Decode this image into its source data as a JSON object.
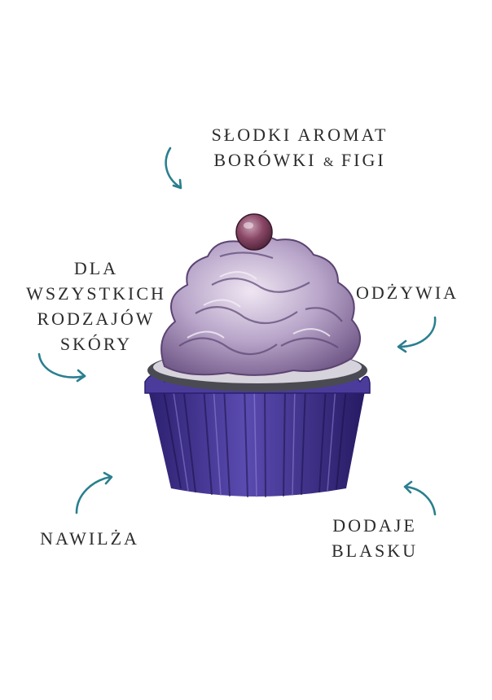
{
  "labels": {
    "aroma": {
      "line1": "SŁODKI AROMAT",
      "line2a": "BORÓWKI",
      "amp": "&",
      "line2b": "FIGI"
    },
    "skin": {
      "line1": "DLA",
      "line2": "WSZYSTKICH",
      "line3": "RODZAJÓW",
      "line4": "SKÓRY"
    },
    "nourish": "ODŻYWIA",
    "moisturize": "NAWILŻA",
    "glow": {
      "line1": "DODAJE",
      "line2": "BLASKU"
    }
  },
  "colors": {
    "arrow": "#2a7f8f",
    "liner": "#3d2f8c",
    "frosting": "#b8a6c9",
    "berry": "#7a3b57"
  },
  "icons": [
    "curved-arrow-icon",
    "cupcake-illustration"
  ]
}
